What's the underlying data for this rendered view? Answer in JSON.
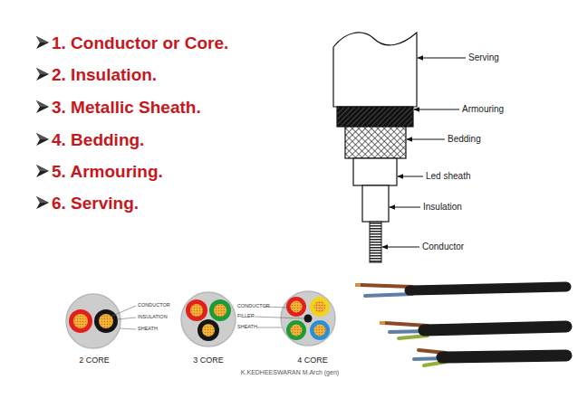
{
  "diagram": {
    "labels": [
      "1. Conductor or Core.",
      "2. Insulation.",
      "3. Metallic Sheath.",
      "4. Bedding.",
      "5. Armouring.",
      "6. Serving.",
      "Serving",
      "Armouring",
      "Bedding",
      "Led sheath",
      "Insulation",
      "Conductor",
      "CONDUCTOR",
      "INSULATION",
      "SHEATH",
      "CONDUCTOR",
      "FILLER",
      "SHEATH",
      "2 CORE",
      "3 CORE",
      "4 CORE",
      "K.KEDHEESWARAN M.Arch (gen)"
    ]
  }
}
